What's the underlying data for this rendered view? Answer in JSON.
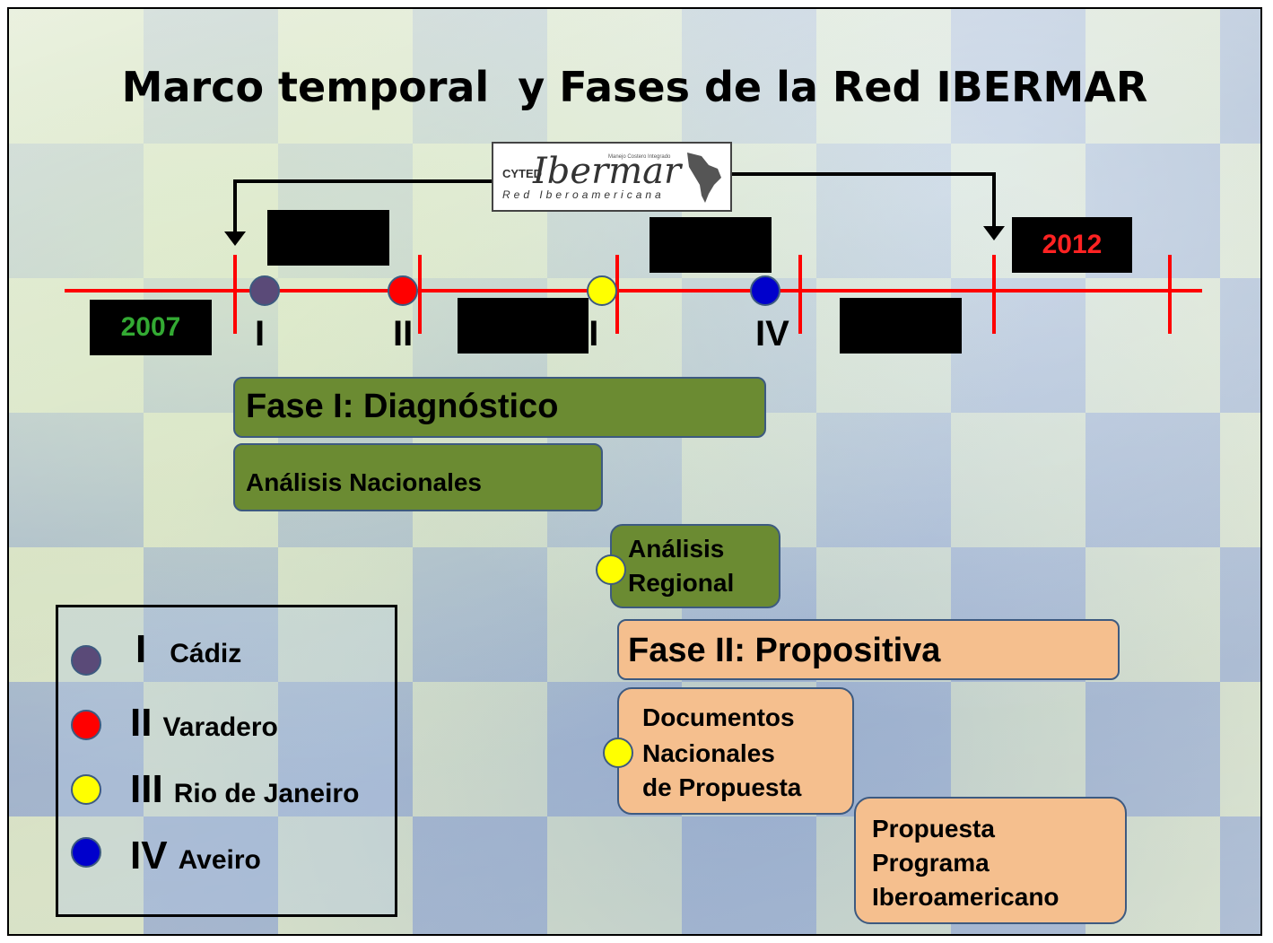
{
  "title": "Marco temporal  y Fases de la Red IBERMAR",
  "logo": {
    "cyted": "CYTED",
    "name": "Ibermar",
    "tagline": "Manejo Costero Integrado",
    "subtitle": "Red Iberoamericana"
  },
  "timeline": {
    "start_year": "2007",
    "end_year": "2012",
    "meetings": [
      {
        "numeral": "I",
        "color": "#5a4a78"
      },
      {
        "numeral": "II",
        "color": "#ff0000"
      },
      {
        "numeral": "III",
        "color": "#ffff00"
      },
      {
        "numeral": "IV",
        "color": "#0000cc"
      }
    ],
    "colors": {
      "line": "#ff0000",
      "start_year": "#33aa33",
      "end_year": "#ff2222"
    }
  },
  "phases": {
    "fase1_title": "Fase I: Diagnóstico",
    "analisis_nacionales": "Análisis Nacionales",
    "analisis_regional_line1": "Análisis",
    "analisis_regional_line2": "Regional",
    "fase2_title": "Fase II: Propositiva",
    "documentos_line1": "Documentos",
    "documentos_line2": "Nacionales",
    "documentos_line3": "de Propuesta",
    "propuesta_line1": "Propuesta",
    "propuesta_line2": "Programa",
    "propuesta_line3": "Iberoamericano",
    "colors": {
      "fase1": "#6b8b32",
      "fase2": "#f5bf8e"
    }
  },
  "legend": [
    {
      "numeral": "I",
      "city": "Cádiz",
      "color": "#5a4a78"
    },
    {
      "numeral": "II",
      "city": "Varadero",
      "color": "#ff0000"
    },
    {
      "numeral": "III",
      "city": "Rio de Janeiro",
      "color": "#ffff00"
    },
    {
      "numeral": "IV",
      "city": "Aveiro",
      "color": "#0000cc"
    }
  ]
}
